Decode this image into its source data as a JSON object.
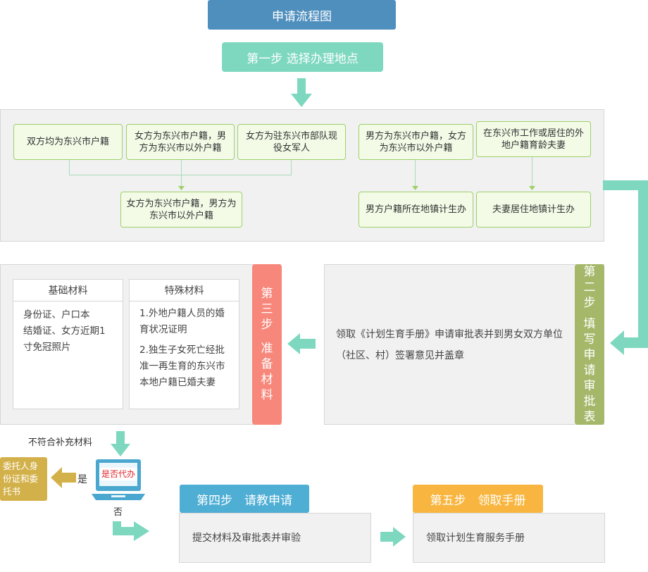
{
  "title": "申请流程图",
  "step1": {
    "label": "第一步 选择办理地点",
    "left_boxes": [
      "双方均为东兴市户籍",
      "女方为东兴市户籍，男方为东兴市以外户籍",
      "女方为驻东兴市部队现役女军人"
    ],
    "left_result": "女方为东兴市户籍，男方为东兴市以外户籍",
    "right_boxes": [
      "男方为东兴市户籍，女方为东兴市以外户籍",
      "在东兴市工作或居住的外地户籍育龄夫妻"
    ],
    "right_results": [
      "男方户籍所在地镇计生办",
      "夫妻居住地镇计生办"
    ]
  },
  "step2": {
    "label_chars": [
      "第",
      "二",
      "步",
      "",
      "填",
      "写",
      "申",
      "请",
      "审",
      "批",
      "表"
    ],
    "text": "领取《计划生育手册》申请审批表并到男女双方单位（社区、村）签署意见并盖章"
  },
  "step3": {
    "label_chars": [
      "第",
      "三",
      "步",
      "",
      "准",
      "备",
      "材",
      "料"
    ],
    "basic": {
      "header": "基础材料",
      "lines": [
        "身份证、户口本",
        "结婚证、女方近期1寸免冠照片"
      ]
    },
    "special": {
      "header": "特殊材料",
      "item1": "1.外地户籍人员的婚育状况证明",
      "item2": "2.独生子女死亡经批准一再生育的东兴市本地户籍已婚夫妻"
    }
  },
  "decision": {
    "supplement": "不符合补充材料",
    "question": "是否代办",
    "yes": "是",
    "no": "否",
    "proxy_docs": "委托人身份证和委托书"
  },
  "step4": {
    "label": "第四步　请教申请",
    "text": "提交材料及审批表并审验"
  },
  "step5": {
    "label": "第五步　领取手册",
    "text": "领取计划生育服务手册"
  },
  "colors": {
    "title_blue": "#4f8fbe",
    "teal": "#7ed8c0",
    "olive": "#a5b86a",
    "salmon": "#f7877b",
    "step4_blue": "#4eaed4",
    "step5_orange": "#f8b640",
    "proxy_olive": "#d3b14a"
  }
}
